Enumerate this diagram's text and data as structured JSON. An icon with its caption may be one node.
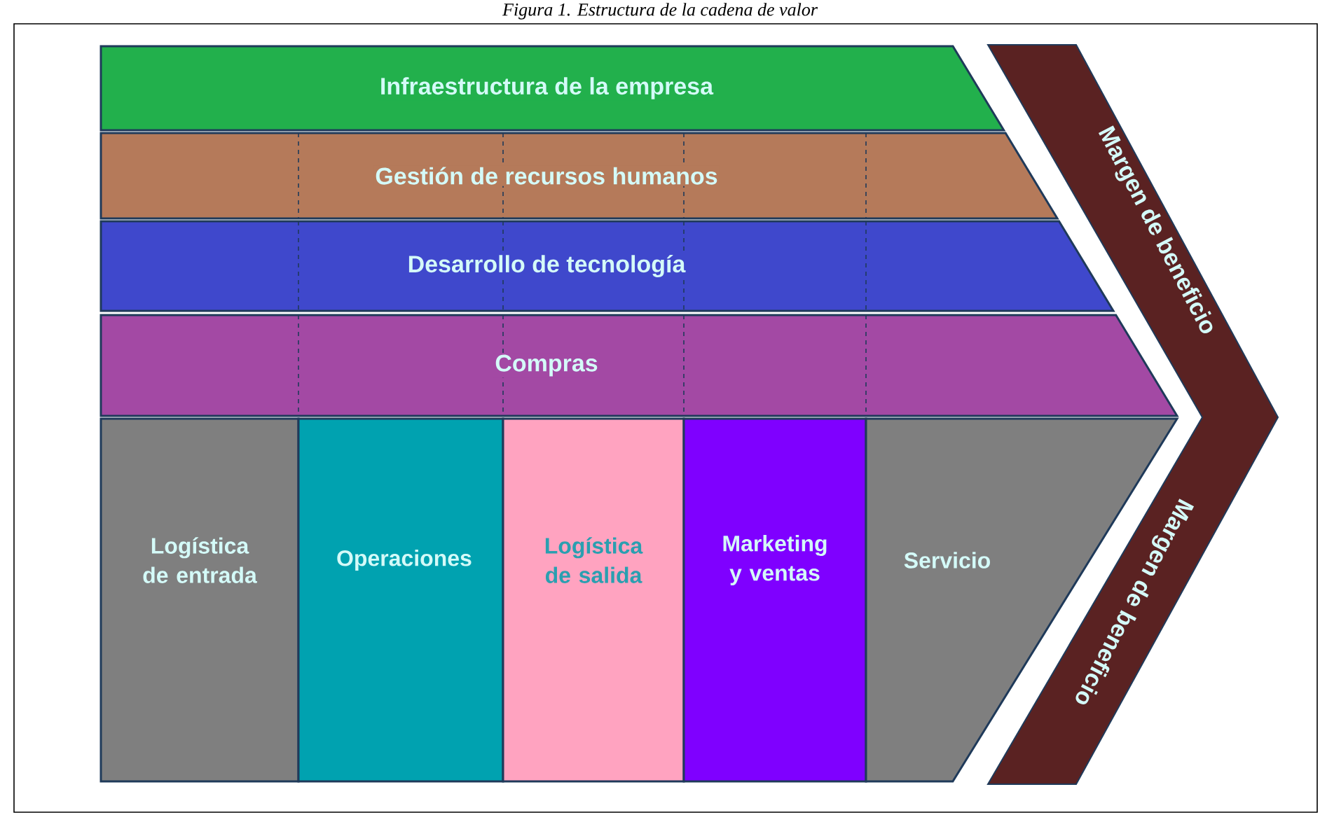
{
  "diagram": {
    "title": "Figura 1. Estructura de la cadena de valor",
    "nodes": [
      {
        "text": [
          "Infraestructura de la empresa"
        ]
      },
      {
        "text": [
          "Gestión de recursos humanos"
        ]
      },
      {
        "text": [
          "Desarrollo de tecnología"
        ]
      },
      {
        "text": [
          "Compras"
        ]
      },
      {
        "text": [
          "Logística de entrada"
        ]
      },
      {
        "text": [
          "Operaciones"
        ]
      },
      {
        "text": [
          "Logística de salida"
        ]
      },
      {
        "text": [
          "Marketing y ventas"
        ]
      },
      {
        "text": [
          "Servicio"
        ]
      },
      {
        "text": [
          "Margen de beneficio",
          "Margen de beneficio"
        ]
      }
    ]
  }
}
